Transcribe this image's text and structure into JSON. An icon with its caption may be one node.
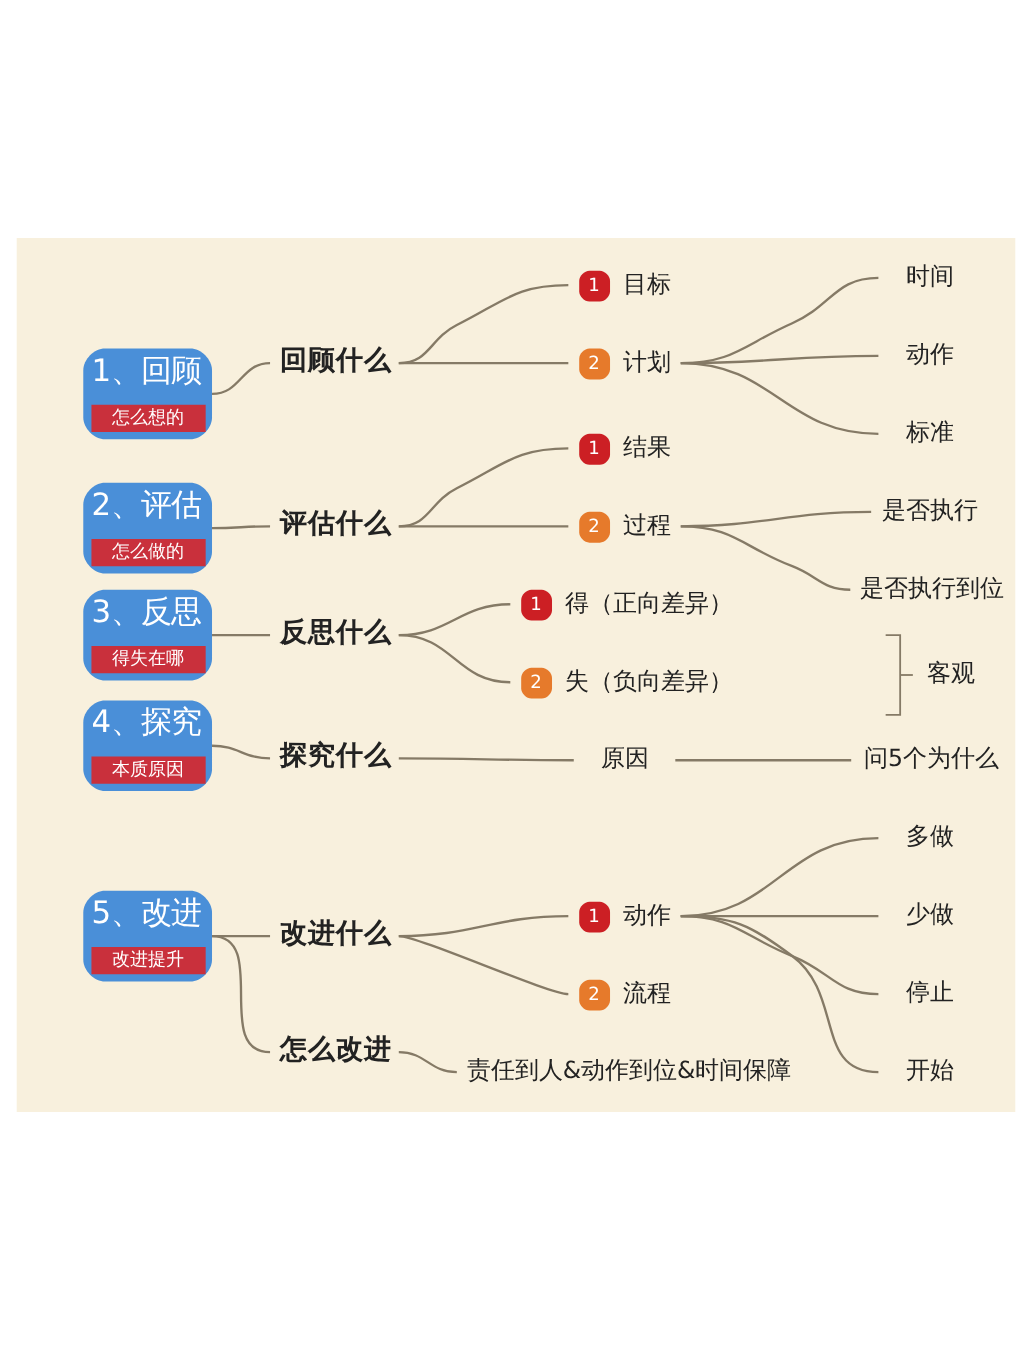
{
  "diagram": {
    "nodes": [
      {
        "text": [
          "1、回顾",
          "怎么想的"
        ]
      },
      {
        "text": [
          "回顾什么"
        ]
      },
      {
        "text": [
          "1",
          "目标"
        ]
      },
      {
        "text": [
          "2",
          "计划"
        ]
      },
      {
        "text": [
          "时间"
        ]
      },
      {
        "text": [
          "动作"
        ]
      },
      {
        "text": [
          "标准"
        ]
      },
      {
        "text": [
          "2、评估",
          "怎么做的"
        ]
      },
      {
        "text": [
          "评估什么"
        ]
      },
      {
        "text": [
          "1",
          "结果"
        ]
      },
      {
        "text": [
          "2",
          "过程"
        ]
      },
      {
        "text": [
          "是否执行"
        ]
      },
      {
        "text": [
          "是否执行到位"
        ]
      },
      {
        "text": [
          "3、反思",
          "得失在哪"
        ]
      },
      {
        "text": [
          "反思什么"
        ]
      },
      {
        "text": [
          "1",
          "得（正向差异）"
        ]
      },
      {
        "text": [
          "2",
          "失（负向差异）"
        ]
      },
      {
        "text": [
          "4、探究",
          "本质原因"
        ]
      },
      {
        "text": [
          "探究什么"
        ]
      },
      {
        "text": [
          "原因"
        ]
      },
      {
        "text": [
          "问5个为什么"
        ]
      },
      {
        "text": [
          "5、改进",
          "改进提升"
        ]
      },
      {
        "text": [
          "改进什么"
        ]
      },
      {
        "text": [
          "1",
          "动作"
        ]
      },
      {
        "text": [
          "多做"
        ]
      },
      {
        "text": [
          "少做"
        ]
      },
      {
        "text": [
          "停止"
        ]
      },
      {
        "text": [
          "开始"
        ]
      },
      {
        "text": [
          "2",
          "流程"
        ]
      },
      {
        "text": [
          "怎么改进"
        ]
      },
      {
        "text": [
          "责任到人&动作到位&时间保障"
        ]
      }
    ],
    "edges": [
      {
        "from": 0,
        "to": 1,
        "arrow": "none"
      },
      {
        "from": 1,
        "to": 2,
        "arrow": "none"
      },
      {
        "from": 1,
        "to": 3,
        "arrow": "none"
      },
      {
        "from": 3,
        "to": 4,
        "arrow": "none"
      },
      {
        "from": 3,
        "to": 5,
        "arrow": "none"
      },
      {
        "from": 3,
        "to": 6,
        "arrow": "none"
      },
      {
        "from": 7,
        "to": 8,
        "arrow": "none"
      },
      {
        "from": 8,
        "to": 9,
        "arrow": "none"
      },
      {
        "from": 8,
        "to": 10,
        "arrow": "none"
      },
      {
        "from": 10,
        "to": 11,
        "arrow": "none"
      },
      {
        "from": 10,
        "to": 12,
        "arrow": "none"
      },
      {
        "from": 13,
        "to": 14,
        "arrow": "none"
      },
      {
        "from": 14,
        "to": 15,
        "arrow": "none"
      },
      {
        "from": 14,
        "to": 16,
        "arrow": "none"
      },
      {
        "from": 17,
        "to": 18,
        "arrow": "none"
      },
      {
        "from": 18,
        "to": 19,
        "arrow": "none"
      },
      {
        "from": 19,
        "to": 20,
        "arrow": "none"
      },
      {
        "from": 21,
        "to": 22,
        "arrow": "none"
      },
      {
        "from": 21,
        "to": 29,
        "arrow": "none"
      },
      {
        "from": 22,
        "to": 23,
        "arrow": "none"
      },
      {
        "from": 22,
        "to": 28,
        "arrow": "none"
      },
      {
        "from": 23,
        "to": 24,
        "arrow": "none"
      },
      {
        "from": 23,
        "to": 25,
        "arrow": "none"
      },
      {
        "from": 23,
        "to": 26,
        "arrow": "none"
      },
      {
        "from": 23,
        "to": 27,
        "arrow": "none"
      },
      {
        "from": 29,
        "to": 30,
        "arrow": "none"
      }
    ],
    "labels": [
      "客观"
    ]
  }
}
